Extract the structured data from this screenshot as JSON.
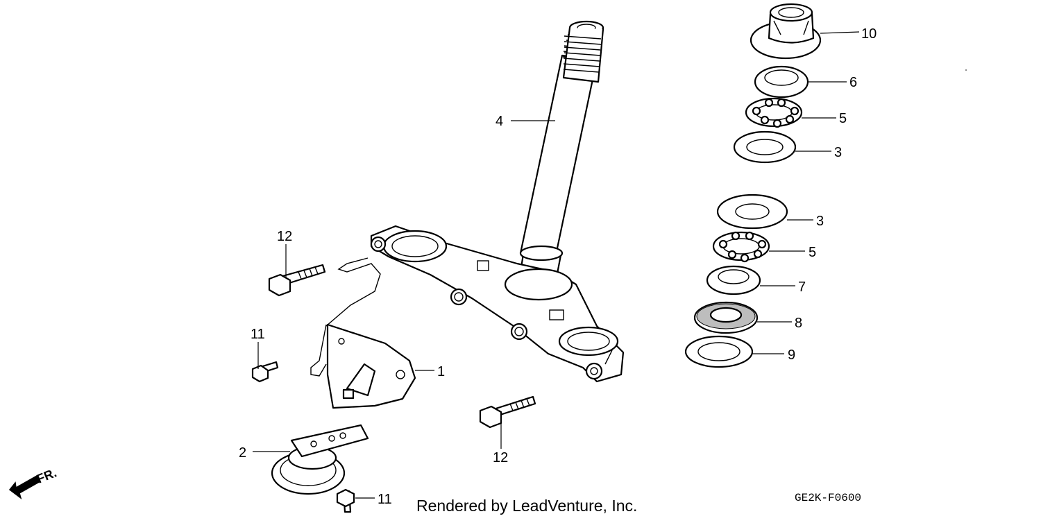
{
  "callouts": {
    "c1": "1",
    "c2": "2",
    "c3a": "3",
    "c3b": "3",
    "c4": "4",
    "c5a": "5",
    "c5b": "5",
    "c6": "6",
    "c7": "7",
    "c8": "8",
    "c9": "9",
    "c10": "10",
    "c11a": "11",
    "c11b": "11",
    "c12a": "12",
    "c12b": "12"
  },
  "direction_label": "FR.",
  "footer": {
    "rendered_by": "Rendered by LeadVenture, Inc.",
    "diagram_code": "GE2K-F0600"
  }
}
